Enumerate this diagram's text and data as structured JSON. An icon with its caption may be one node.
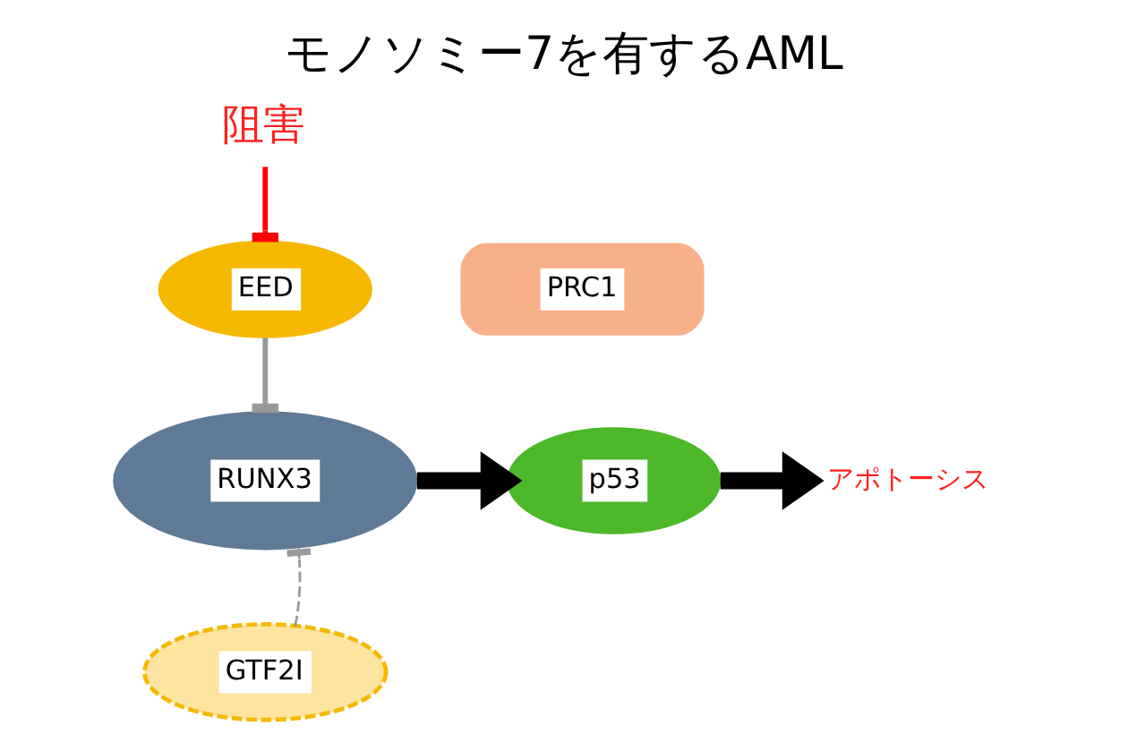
{
  "diagram": {
    "title": "モノソミー7を有するAML",
    "nodes": [
      {
        "text": [
          "阻害"
        ]
      },
      {
        "text": [
          "PRC1"
        ]
      },
      {
        "text": [
          "EED"
        ]
      },
      {
        "text": [
          "RUNX3"
        ]
      },
      {
        "text": [
          "p53"
        ]
      },
      {
        "text": [
          "アポトーシス"
        ]
      },
      {
        "text": [
          "GTF2I"
        ]
      }
    ],
    "edges": [
      {
        "from": 0,
        "to": 2,
        "arrow": "other",
        "color": "#ff0000"
      },
      {
        "from": 2,
        "to": 3,
        "arrow": "other",
        "color": "#999999"
      },
      {
        "from": 6,
        "to": 3,
        "arrow": "other",
        "style": "dashed",
        "color": "#999999"
      },
      {
        "from": 3,
        "to": 4,
        "arrow": "to",
        "style": "thick",
        "color": "#000000"
      },
      {
        "from": 4,
        "to": 5,
        "arrow": "to",
        "style": "thick",
        "color": "#000000"
      }
    ]
  }
}
